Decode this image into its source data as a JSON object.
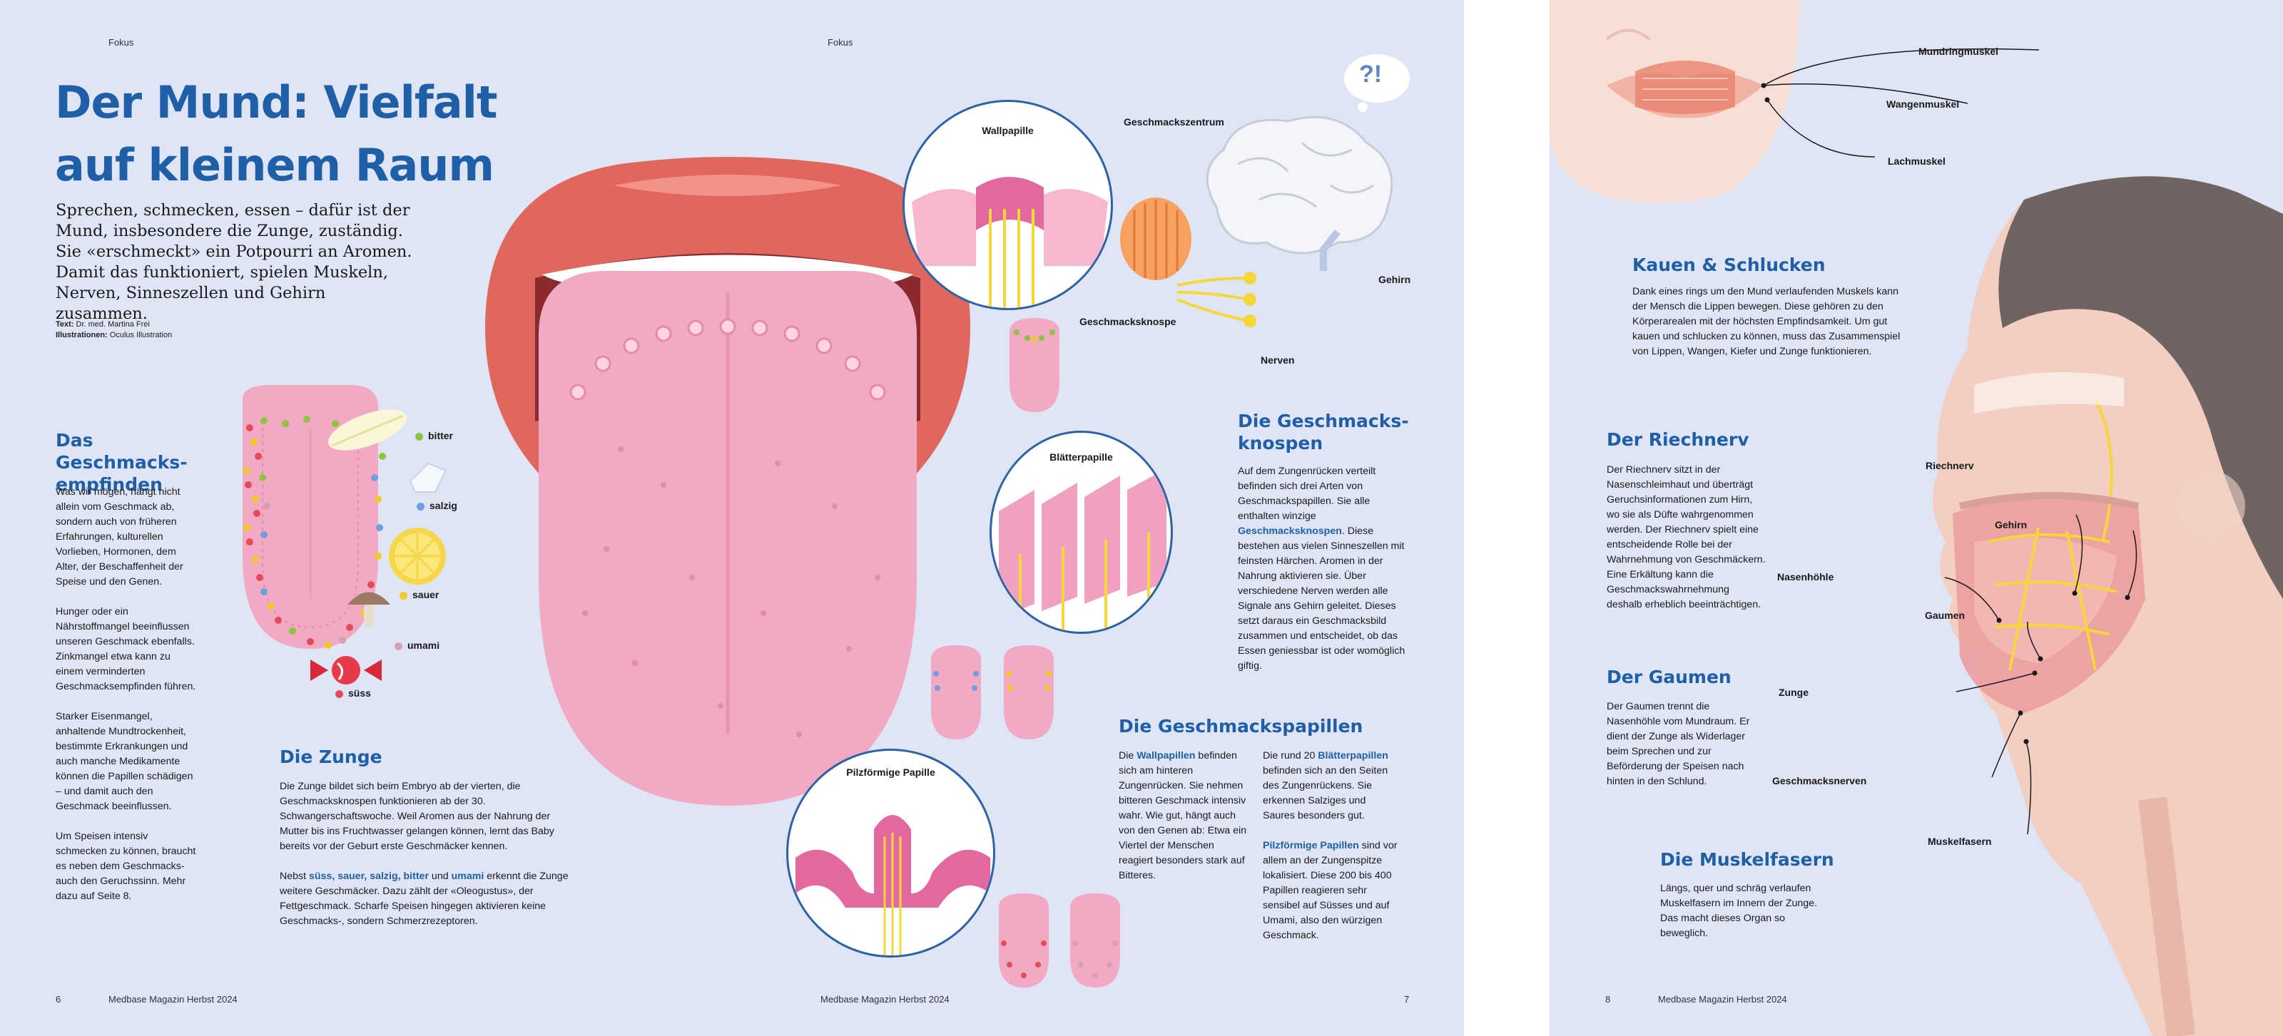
{
  "left": {
    "kicker_left": "Fokus",
    "kicker_right": "Fokus",
    "title": "Der Mund: Vielfalt auf kleinem Raum",
    "lead": "Sprechen, schmecken, essen – dafür ist der Mund, insbesondere die Zunge, zuständig. Sie «erschmeckt» ein Potpourri an Aromen. Damit das funktioniert, spielen Muskeln, Nerven, Sinneszellen und Gehirn zusammen.",
    "credit_text_label": "Text:",
    "credit_text": "Dr. med. Martina Frei",
    "credit_ill_label": "Illustrationen:",
    "credit_ill": "Oculus Illustration",
    "geschmack": {
      "heading": "Das Geschmacks-empfinden",
      "p1": "Was wir mögen, hängt nicht allein vom Geschmack ab, sondern auch von früheren Erfahrungen, kulturellen Vorlieben, Hormonen, dem Alter, der Beschaffenheit der Speise und den Genen.",
      "p2": "Hunger oder ein Nährstoffmangel beeinflussen unseren Geschmack ebenfalls. Zinkmangel etwa kann zu einem verminderten Geschmacksempfinden führen.",
      "p3": "Starker Eisenmangel, anhaltende Mundtrockenheit, bestimmte Erkrankungen und auch manche Medikamente können die Papillen schädigen – und damit auch den Geschmack beeinflussen.",
      "p4": "Um Speisen intensiv schmecken zu können, braucht es neben dem Geschmacks- auch den Geruchssinn. Mehr dazu auf Seite 8."
    },
    "tastes": {
      "bitter": "bitter",
      "salzig": "salzig",
      "sauer": "sauer",
      "umami": "umami",
      "suess": "süss"
    },
    "zunge": {
      "heading": "Die Zunge",
      "p1": "Die Zunge bildet sich beim Embryo ab der vierten, die Geschmacksknospen funktionieren ab der 30. Schwangerschaftswoche. Weil Aromen aus der Nahrung der Mutter bis ins Fruchtwasser gelangen können, lernt das Baby bereits vor der Geburt erste Geschmäcker kennen.",
      "p2_a": "Nebst ",
      "p2_tastes": "süss, sauer, salzig, bitter",
      "p2_b": " und ",
      "p2_umami": "umami",
      "p2_c": " erkennt die Zunge weitere Geschmäcker. Dazu zählt der «Oleogustus», der Fettgeschmack. Scharfe Speisen hingegen aktivieren keine Geschmacks-, sondern Schmerzrezeptoren."
    },
    "diagram_labels": {
      "wallpapille": "Wallpapille",
      "blaetterpapille": "Blätterpapille",
      "pilzfoermige": "Pilzförmige Papille",
      "geschmackszentrum": "Geschmackszentrum",
      "geschmacksknospe": "Geschmacksknospe",
      "nerven": "Nerven",
      "gehirn": "Gehirn",
      "bubble": "?!"
    },
    "knospen": {
      "heading": "Die Geschmacks-knospen",
      "p1_a": "Auf dem Zungenrücken verteilt befinden sich drei Arten von Geschmackspapillen. Sie alle enthalten winzige ",
      "p1_hl": "Geschmacksknospen",
      "p1_b": ". Diese bestehen aus vielen Sinneszellen mit feinsten Härchen. Aromen in der Nahrung aktivieren sie. Über verschiedene Nerven werden alle Signale ans Gehirn geleitet. Dieses setzt daraus ein Geschmacksbild zusammen und entscheidet, ob das Essen geniessbar ist oder womöglich giftig."
    },
    "papillen": {
      "heading": "Die Geschmackspapillen",
      "col1_a": "Die ",
      "col1_hl": "Wallpapillen",
      "col1_b": " befinden sich am hinteren Zungenrücken. Sie nehmen bitteren Geschmack intensiv wahr. Wie gut, hängt auch von den Genen ab: Etwa ein Viertel der Menschen reagiert besonders stark auf Bitteres.",
      "col2_a": "Die rund 20 ",
      "col2_hl": "Blätterpapillen",
      "col2_b": " befinden sich an den Seiten des Zungenrückens. Sie erkennen Salziges und Saures besonders gut.",
      "col2_hl2": "Pilzförmige Papillen",
      "col2_c": " sind vor allem an der Zungenspitze lokalisiert. Diese 200 bis 400 Papillen reagieren sehr sensibel auf Süsses und auf Umami, also den würzigen Geschmack."
    },
    "footer_page": "6",
    "footer_mag": "Medbase Magazin Herbst 2024",
    "footer_mag2": "Medbase Magazin Herbst 2024",
    "footer_page2": "7"
  },
  "right": {
    "labels": {
      "mundring": "Mundringmuskel",
      "wangen": "Wangenmuskel",
      "lach": "Lachmuskel",
      "riechnerv": "Riechnerv",
      "gehirn": "Gehirn",
      "nasenhoehle": "Nasenhöhle",
      "gaumen": "Gaumen",
      "zunge": "Zunge",
      "geschmacksnerven": "Geschmacksnerven",
      "muskelfasern": "Muskelfasern"
    },
    "kauen": {
      "heading": "Kauen & Schlucken",
      "text": "Dank eines rings um den Mund verlaufenden Muskels kann der Mensch die Lippen bewegen. Diese gehören zu den Körperarealen mit der höchsten Empfindsamkeit. Um gut kauen und schlucken zu können, muss das Zusammenspiel von Lippen, Wangen, Kiefer und Zunge funktionieren."
    },
    "riechnerv": {
      "heading": "Der Riechnerv",
      "text": "Der Riechnerv sitzt in der Nasenschleimhaut und überträgt Geruchsinformationen zum Hirn, wo sie als Düfte wahrgenommen werden. Der Riechnerv spielt eine entscheidende Rolle bei der Wahrnehmung von Geschmäckern. Eine Erkältung kann die Geschmackswahrnehmung deshalb erheblich beeinträchtigen."
    },
    "gaumen": {
      "heading": "Der Gaumen",
      "text": "Der Gaumen trennt die Nasenhöhle vom Mundraum. Er dient der Zunge als Widerlager beim Sprechen und zur Beförderung der Speisen nach hinten in den Schlund."
    },
    "muskelfasern": {
      "heading": "Die Muskelfasern",
      "text": "Längs, quer und schräg verlaufen Muskelfasern im Innern der Zunge. Das macht dieses Organ so beweglich."
    },
    "footer_page": "8",
    "footer_mag": "Medbase Magazin Herbst 2024"
  },
  "colors": {
    "background": "#dfe5f4",
    "heading_blue": "#1f5fa8",
    "tongue_pink": "#f2a9c3",
    "lip_red": "#e0675e",
    "nerve_yellow": "#f5d73a"
  }
}
